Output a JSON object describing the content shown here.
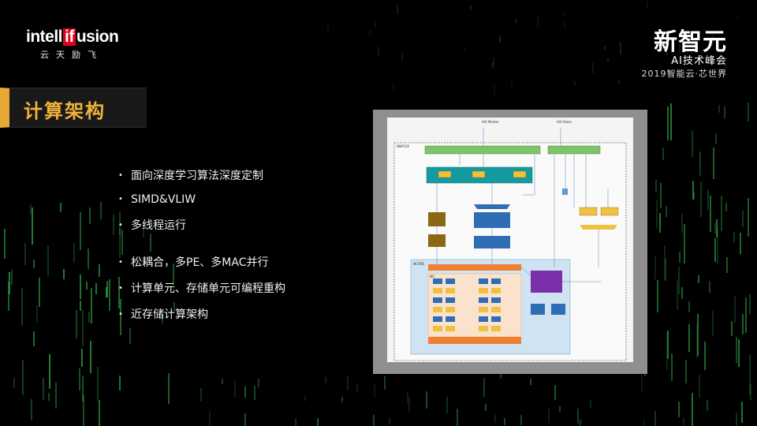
{
  "logo_left": {
    "part1": "intell",
    "part2": "if",
    "part3": "usion",
    "subtitle": "云天励飞",
    "accent": "#e1001a"
  },
  "logo_right": {
    "line1": "新智元",
    "line2": "AI技术峰会",
    "line3": "2019智能云·芯世界"
  },
  "title": "计算架构",
  "accent_color": "#f2b23a",
  "bullets": [
    "面向深度学习算法深度定制",
    "SIMD&VLIW",
    "多线程运行",
    "松耦合，多PE、多MAC并行",
    "计算单元、存储单元可编程重构",
    "近存储计算架构"
  ],
  "diagram": {
    "labels": {
      "top_a": "AXI Master",
      "top_b": "AXI Slave",
      "outer": "NNP100",
      "core": "NCORE",
      "inner": "NU"
    }
  }
}
